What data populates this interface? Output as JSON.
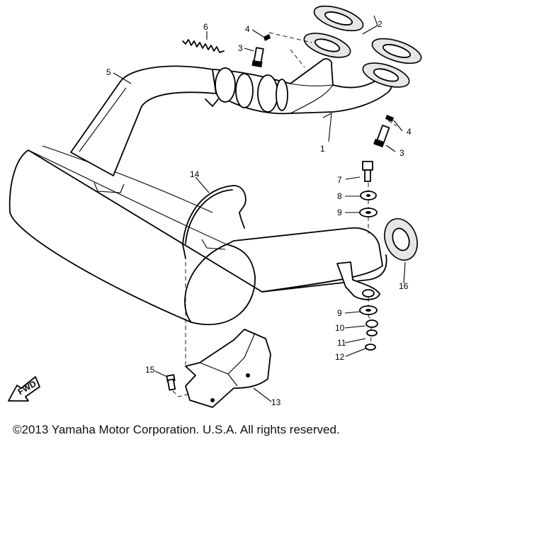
{
  "callouts": [
    "1",
    "2",
    "3",
    "3",
    "4",
    "4",
    "5",
    "6",
    "7",
    "8",
    "9",
    "9",
    "10",
    "11",
    "12",
    "13",
    "14",
    "15",
    "16"
  ],
  "fwd_label": "FWD",
  "copyright": "©2013 Yamaha Motor Corporation. U.S.A. All rights reserved."
}
